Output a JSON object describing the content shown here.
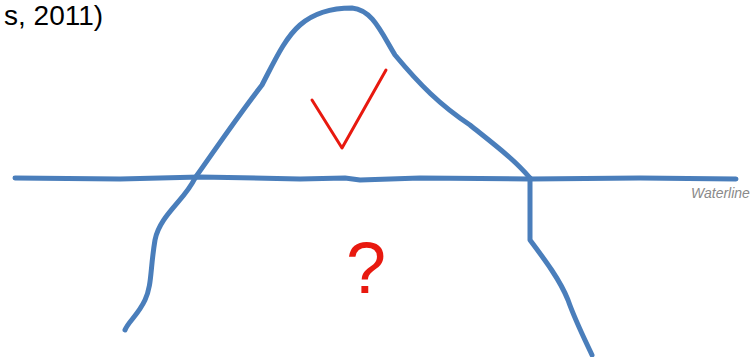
{
  "diagram": {
    "labels": [
      "s, 2011)",
      "?",
      "Waterline"
    ]
  }
}
